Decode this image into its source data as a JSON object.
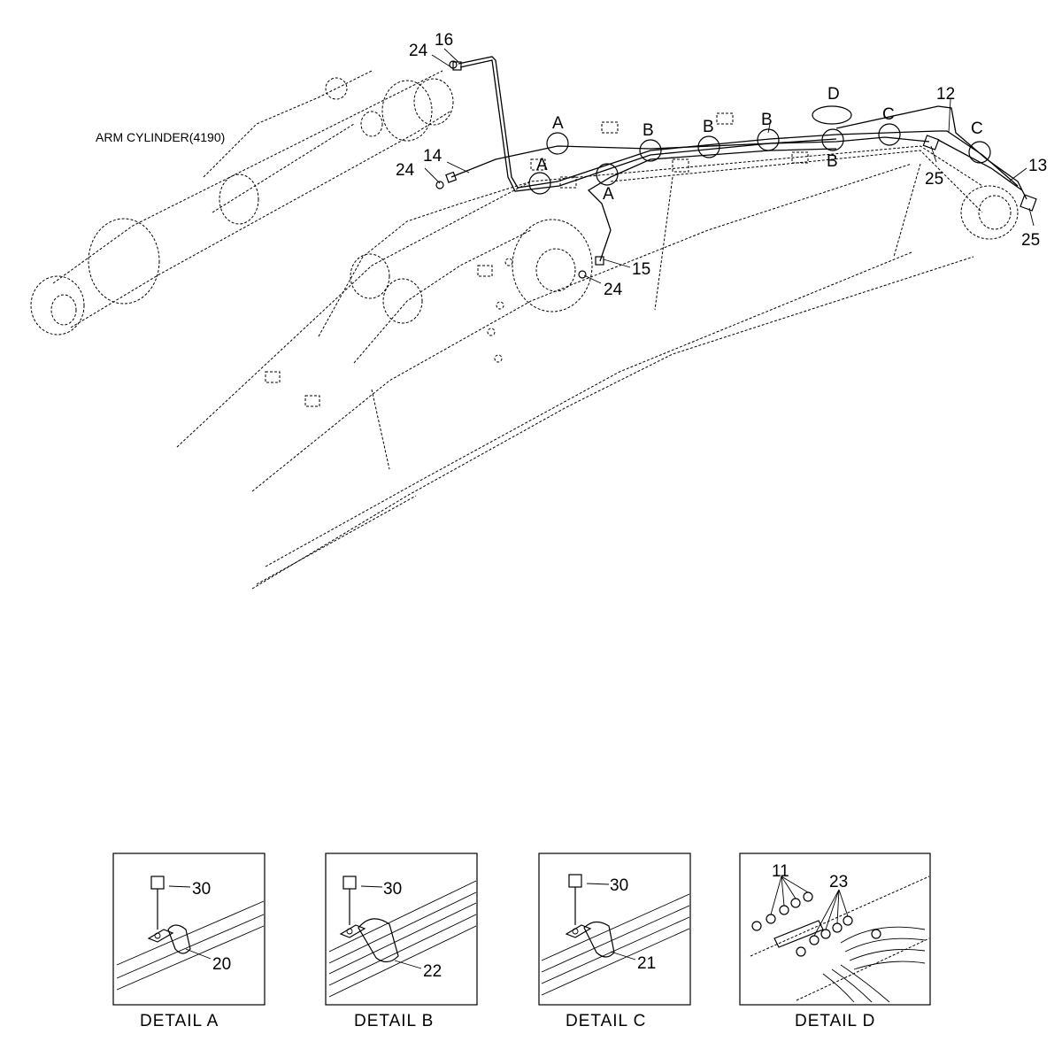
{
  "title": "ARM CYLINDER(4190)",
  "callouts": {
    "c16": "16",
    "c24a": "24",
    "c14": "14",
    "c24b": "24",
    "c15": "15",
    "c24c": "24",
    "c12": "12",
    "c13": "13",
    "c25a": "25",
    "c25b": "25",
    "dA1": "A",
    "dA2": "A",
    "dA3": "A",
    "dB1": "B",
    "dB2": "B",
    "dB3": "B",
    "dB4": "B",
    "dC1": "C",
    "dC2": "C",
    "dD": "D"
  },
  "details": {
    "a": {
      "caption": "DETAIL  A",
      "bolt": "30",
      "clamp": "20"
    },
    "b": {
      "caption": "DETAIL  B",
      "bolt": "30",
      "clamp": "22"
    },
    "c": {
      "caption": "DETAIL  C",
      "bolt": "30",
      "clamp": "21"
    },
    "d": {
      "caption": "DETAIL  D",
      "fitting1": "11",
      "fitting2": "23"
    }
  }
}
